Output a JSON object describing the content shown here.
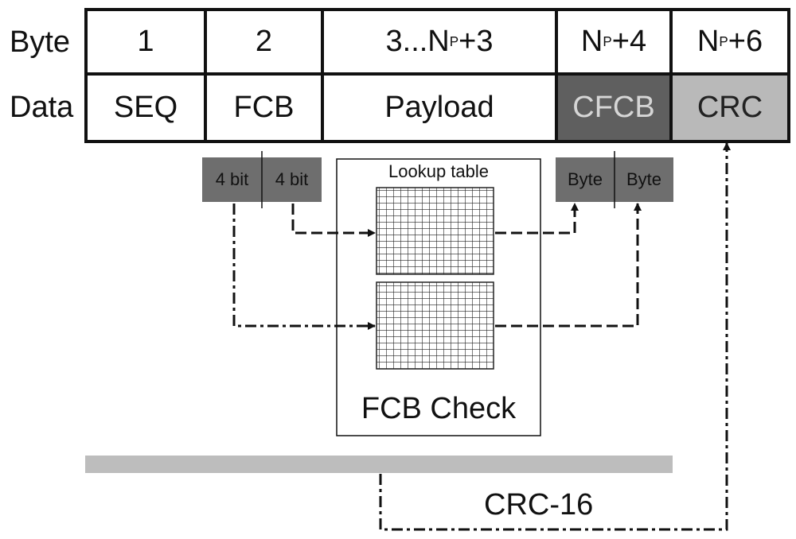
{
  "header": {
    "byte_label": "Byte",
    "data_label": "Data"
  },
  "bytes": [
    {
      "text": "1"
    },
    {
      "text": "2"
    },
    {
      "text": "3...N",
      "sub": "P",
      "suffix": "+3"
    },
    {
      "text": "N",
      "sub": "P",
      "suffix": "+4"
    },
    {
      "text": "N",
      "sub": "P",
      "suffix": "+6"
    }
  ],
  "fields": [
    "SEQ",
    "FCB",
    "Payload",
    "CFCB",
    "CRC"
  ],
  "split_fcb": [
    "4 bit",
    "4 bit"
  ],
  "split_cfcb": [
    "Byte",
    "Byte"
  ],
  "lookup_title": "Lookup table",
  "check_label": "FCB Check",
  "crc_label": "CRC-16",
  "colors": {
    "cfcb": "#5f5f5f",
    "crc": "#b9b9b9",
    "split_boxes": "#6e6e6e",
    "bar": "#bdbdbd"
  }
}
